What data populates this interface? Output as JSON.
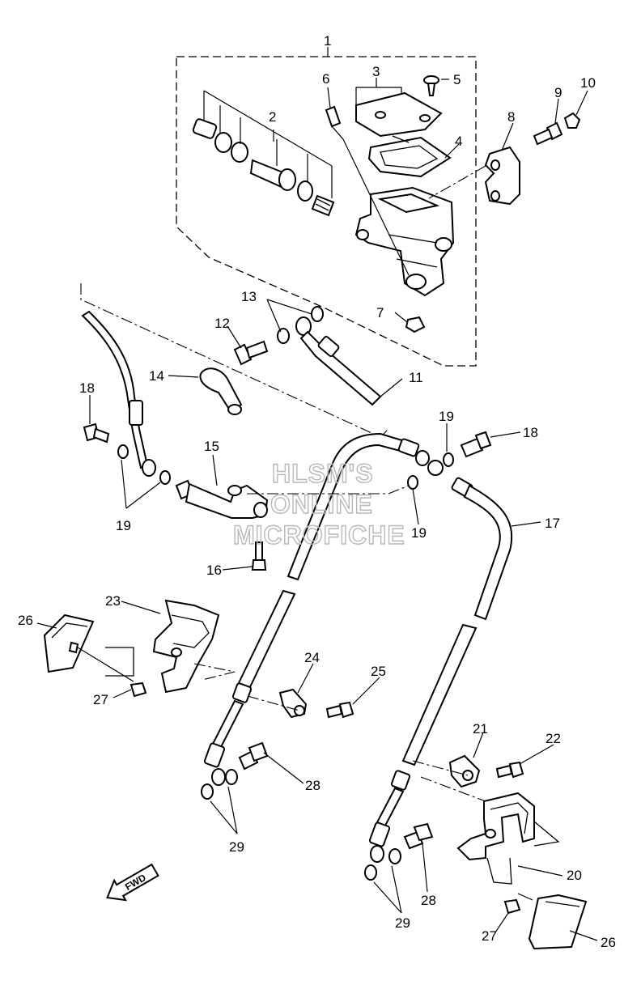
{
  "watermark": [
    "HLSM'S",
    "ONLINE",
    "MICROFICHE"
  ],
  "fwd_label": "FWD",
  "callouts": [
    "1",
    "2",
    "3",
    "4",
    "5",
    "6",
    "7",
    "8",
    "9",
    "10",
    "11",
    "12",
    "13",
    "14",
    "15",
    "16",
    "17",
    "18",
    "18",
    "19",
    "19",
    "19",
    "20",
    "21",
    "22",
    "23",
    "24",
    "25",
    "26",
    "26",
    "27",
    "27",
    "28",
    "28",
    "29",
    "29"
  ]
}
